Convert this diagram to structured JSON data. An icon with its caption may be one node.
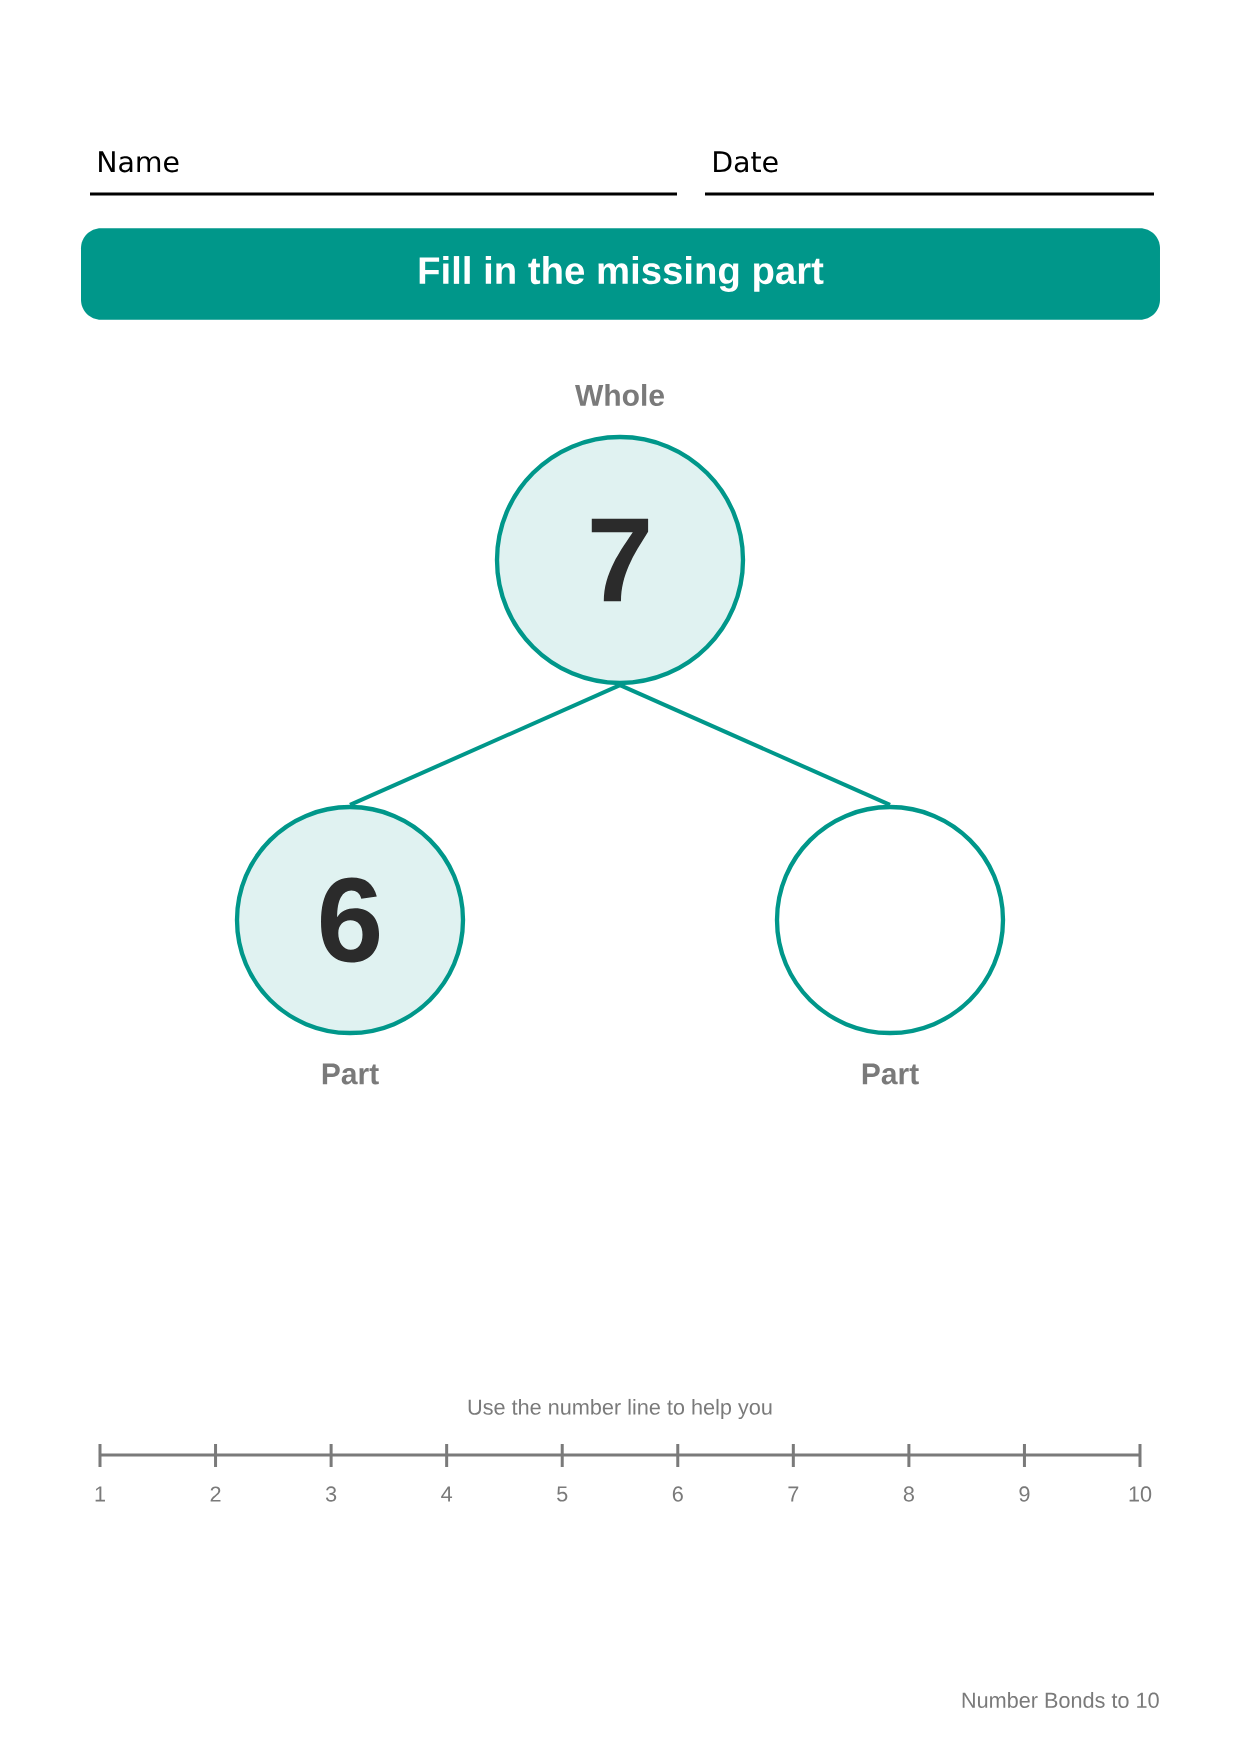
{
  "diagram": {
    "title": "Fill in the missing part",
    "nodes": [
      {
        "text": [
          "7"
        ],
        "beside": [
          "Whole"
        ]
      },
      {
        "text": [
          "6"
        ],
        "beside": [
          "Part"
        ]
      },
      {
        "text": [],
        "shape": "circle",
        "beside": [
          "Part"
        ]
      }
    ],
    "edges": [
      {
        "from": 0,
        "to": 1,
        "arrow": "none"
      },
      {
        "from": 0,
        "to": 2,
        "arrow": "none"
      }
    ],
    "labels": [
      "Name",
      "Date",
      "Use the number line to help you",
      "1",
      "2",
      "3",
      "4",
      "5",
      "6",
      "7",
      "8",
      "9",
      "10",
      "Number Bonds to 10"
    ]
  }
}
